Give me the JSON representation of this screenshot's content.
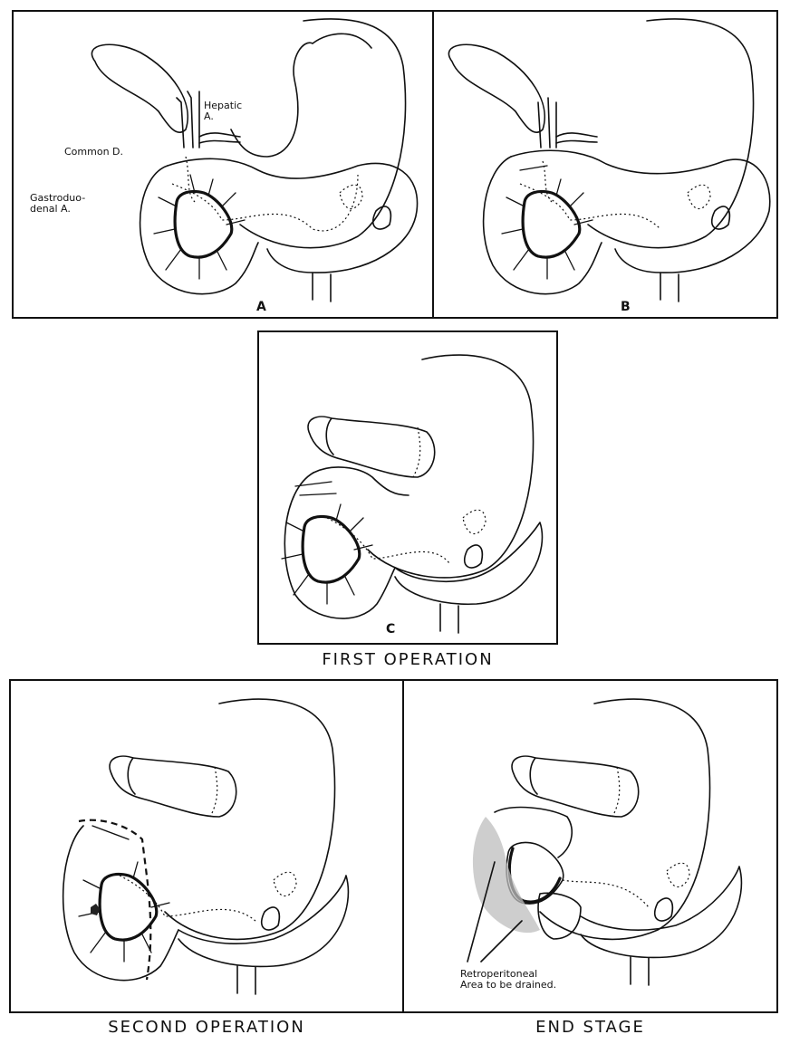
{
  "panels": {
    "a": {
      "letter": "A",
      "labels": {
        "hepatic": "Hepatic\nA.",
        "common_duct": "Common D.",
        "gastroduodenal": "Gastroduo-\ndenal A."
      }
    },
    "b": {
      "letter": "B"
    },
    "c": {
      "letter": "C"
    },
    "d": {},
    "e": {
      "labels": {
        "retroperitoneal": "Retroperitoneal\nArea to be drained."
      }
    }
  },
  "captions": {
    "first": "FIRST OPERATION",
    "second": "SECOND OPERATION",
    "end": "END STAGE"
  }
}
